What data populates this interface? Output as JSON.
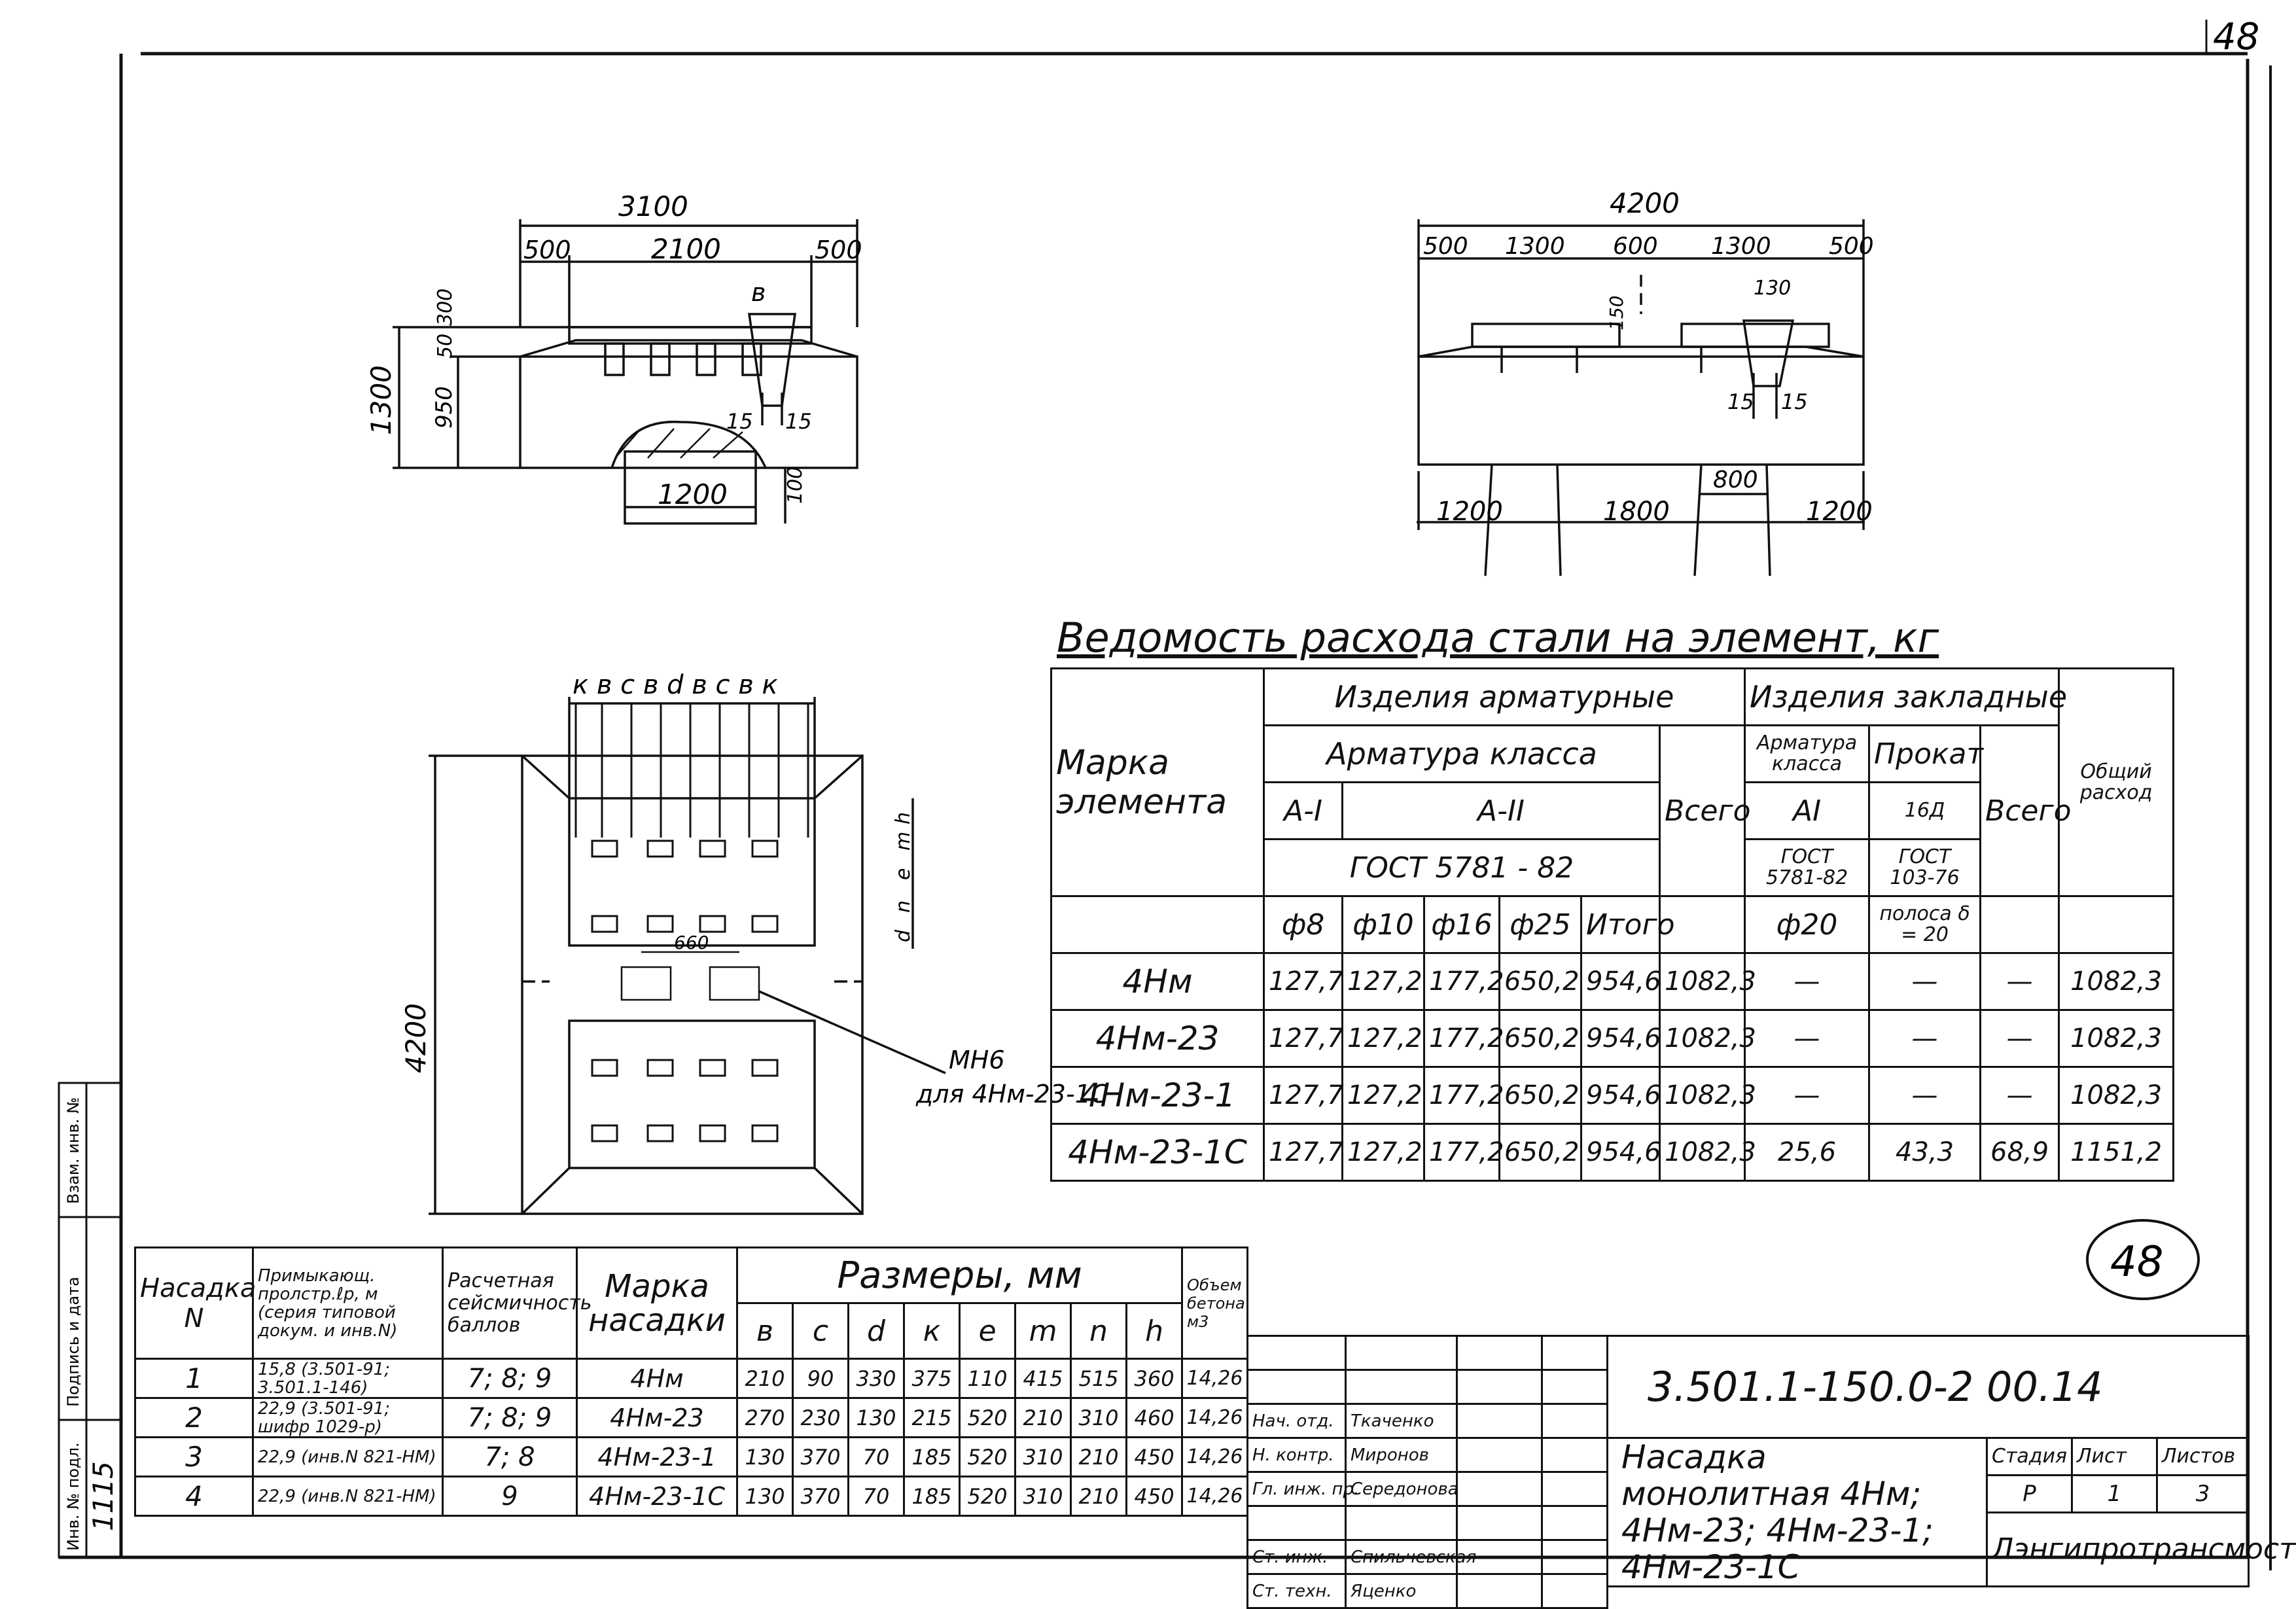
{
  "sheet_number": "48",
  "stamp_number": "48",
  "steel_table": {
    "title": "Ведомость расхода стали на элемент, кг",
    "col_element": "Марка элемента",
    "group_rebar": "Изделия арматурные",
    "group_embedded": "Изделия закладные",
    "rebar_class": "Арматура класса",
    "class_a1": "А-I",
    "class_a2": "А-II",
    "gost_rebar": "ГОСТ 5781 - 82",
    "total_group": "Всего",
    "emb_rebar_class": "Арматура класса",
    "emb_a1": "АI",
    "emb_gost": "ГОСТ 5781-82",
    "emb_d": "ф20",
    "emb_rolled": "Прокат",
    "emb_rolled_spec": "16Д",
    "emb_rolled_gost": "ГОСТ 103-76",
    "emb_rolled_strip": "полоса δ = 20",
    "emb_total": "Всего",
    "overall": "Общий расход",
    "diameters": [
      "ф8",
      "ф10",
      "ф16",
      "ф25",
      "Итого"
    ],
    "rows": [
      {
        "mark": "4Нм",
        "v": [
          "127,7",
          "127,2",
          "177,2",
          "650,2",
          "954,6",
          "1082,3",
          "—",
          "—",
          "—",
          "1082,3"
        ]
      },
      {
        "mark": "4Нм-23",
        "v": [
          "127,7",
          "127,2",
          "177,2",
          "650,2",
          "954,6",
          "1082,3",
          "—",
          "—",
          "—",
          "1082,3"
        ]
      },
      {
        "mark": "4Нм-23-1",
        "v": [
          "127,7",
          "127,2",
          "177,2",
          "650,2",
          "954,6",
          "1082,3",
          "—",
          "—",
          "—",
          "1082,3"
        ]
      },
      {
        "mark": "4Нм-23-1С",
        "v": [
          "127,7",
          "127,2",
          "177,2",
          "650,2",
          "954,6",
          "1082,3",
          "25,6",
          "43,3",
          "68,9",
          "1151,2"
        ]
      }
    ]
  },
  "dims_table": {
    "h_nasadka": "Насадка N",
    "h_span": "Примыкающ. пролстр.ℓр, м (серия типовой докум. и инв.N)",
    "h_seismic": "Расчетная сейсмичность баллов",
    "h_mark": "Марка насадки",
    "h_sizes": "Размеры, мм",
    "letters": [
      "в",
      "с",
      "d",
      "к",
      "е",
      "m",
      "n",
      "h"
    ],
    "h_volume": "Объем бетона м3",
    "rows": [
      {
        "n": "1",
        "span": "15,8 (3.501-91; 3.501.1-146)",
        "seis": "7; 8; 9",
        "mark": "4Нм",
        "s": [
          "210",
          "90",
          "330",
          "375",
          "110",
          "415",
          "515",
          "360"
        ],
        "vol": "14,26"
      },
      {
        "n": "2",
        "span": "22,9 (3.501-91; шифр 1029-р)",
        "seis": "7; 8; 9",
        "mark": "4Нм-23",
        "s": [
          "270",
          "230",
          "130",
          "215",
          "520",
          "210",
          "310",
          "460"
        ],
        "vol": "14,26"
      },
      {
        "n": "3",
        "span": "22,9 (инв.N 821-НМ)",
        "seis": "7; 8",
        "mark": "4Нм-23-1",
        "s": [
          "130",
          "370",
          "70",
          "185",
          "520",
          "310",
          "210",
          "450"
        ],
        "vol": "14,26"
      },
      {
        "n": "4",
        "span": "22,9 (инв.N 821-НМ)",
        "seis": "9",
        "mark": "4Нм-23-1С",
        "s": [
          "130",
          "370",
          "70",
          "185",
          "520",
          "310",
          "210",
          "450"
        ],
        "vol": "14,26"
      }
    ]
  },
  "title_block": {
    "code": "3.501.1-150.0-2 00.14",
    "name": "Насадка монолитная 4Нм; 4Нм-23; 4Нм-23-1; 4Нм-23-1С",
    "stage_label": "Стадия",
    "sheet_label": "Лист",
    "sheets_label": "Листов",
    "stage": "Р",
    "sheet": "1",
    "sheets": "3",
    "org": "Лэнгипротрансмост",
    "people": [
      {
        "role": "Нач. отд.",
        "name": "Ткаченко"
      },
      {
        "role": "Н. контр.",
        "name": "Миронов"
      },
      {
        "role": "Гл. инж. пр.",
        "name": "Середонова"
      },
      {
        "role": "",
        "name": ""
      },
      {
        "role": "Ст. инж.",
        "name": "Спильчевская"
      },
      {
        "role": "Ст. техн.",
        "name": "Яценко"
      }
    ]
  },
  "side_stamp": {
    "inv_label": "Инв. № подл.",
    "sign_label": "Подпись и дата",
    "vzam_label": "Взам. инв. №",
    "inv_value": "1115"
  },
  "drawing": {
    "front_total": "3100",
    "front_parts": [
      "500",
      "2100",
      "500"
    ],
    "front_height": "1300",
    "front_vert": [
      "950",
      "50",
      "300"
    ],
    "front_b": "в",
    "front_15a": "15",
    "front_15b": "15",
    "front_bottom": "1200",
    "front_100": "100",
    "side_total": "4200",
    "side_parts": [
      "500",
      "1300",
      "600",
      "1300",
      "500"
    ],
    "side_150": "150",
    "side_130": "130",
    "side_15a": "15",
    "side_15b": "15",
    "side_800": "800",
    "side_bottom": [
      "1200",
      "1800",
      "1200"
    ],
    "plan_letters": "к в с в d в с в к",
    "plan_height": "4200",
    "plan_660": "660",
    "plan_vert": [
      "h",
      "m",
      "e",
      "n",
      "d"
    ],
    "mn_label": "МН6",
    "mn_note": "для 4Нм-23-1С"
  }
}
